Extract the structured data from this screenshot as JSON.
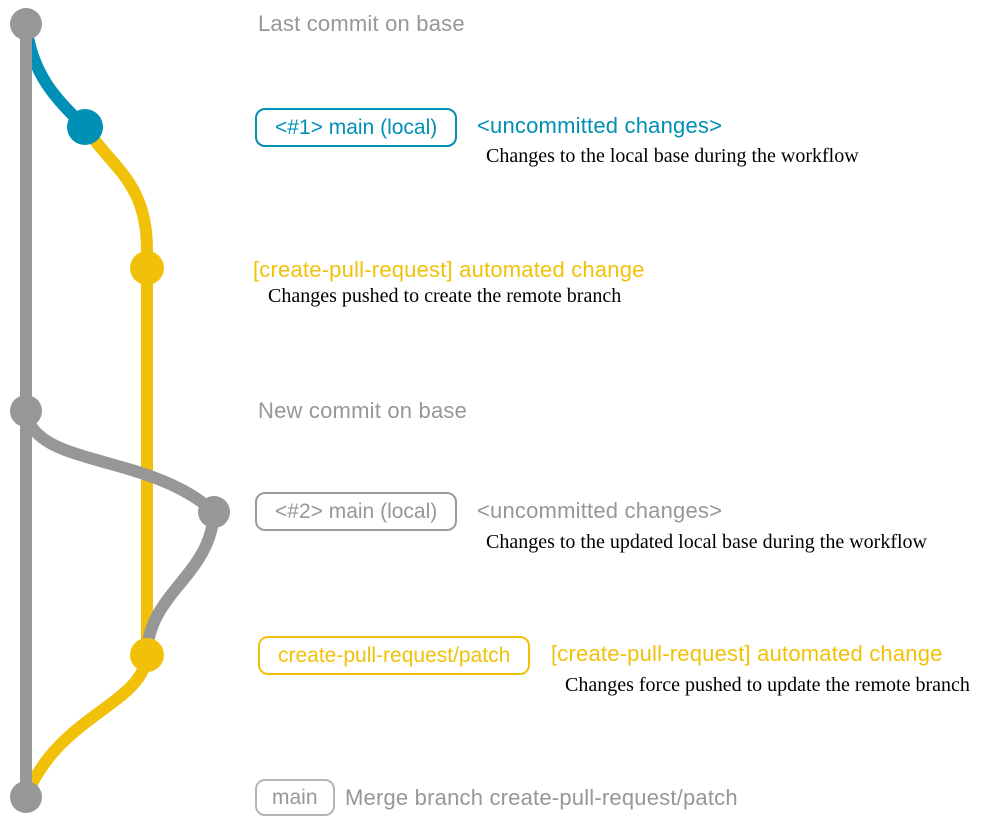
{
  "colors": {
    "branch_gray": "#979797",
    "branch_teal": "#008fb5",
    "branch_yellow": "#f1c109",
    "note_text": "#000000",
    "muted_tag_border": "#b5b5b5",
    "background": "#ffffff"
  },
  "graph": {
    "commit_dots": [
      {
        "order": 1,
        "color": "#979797"
      },
      {
        "order": 2,
        "color": "#008fb5"
      },
      {
        "order": 3,
        "color": "#f1c109"
      },
      {
        "order": 4,
        "color": "#979797"
      },
      {
        "order": 5,
        "color": "#979797"
      },
      {
        "order": 6,
        "color": "#f1c109"
      },
      {
        "order": 7,
        "color": "#979797"
      }
    ]
  },
  "rows": [
    {
      "message": "Last commit on base"
    },
    {
      "tag": "<#1> main (local)",
      "message": "<uncommitted changes>",
      "note": "Changes to the local base during the workflow"
    },
    {
      "message": "[create-pull-request] automated change",
      "note": "Changes pushed to create the remote branch"
    },
    {
      "message": "New commit on base"
    },
    {
      "tag": "<#2> main (local)",
      "message": "<uncommitted changes>",
      "note": "Changes to the updated local base during the workflow"
    },
    {
      "tag": "create-pull-request/patch",
      "message": "[create-pull-request] automated change",
      "note": "Changes force pushed to update the remote branch"
    },
    {
      "tag": "main",
      "message": "Merge branch create-pull-request/patch"
    }
  ]
}
